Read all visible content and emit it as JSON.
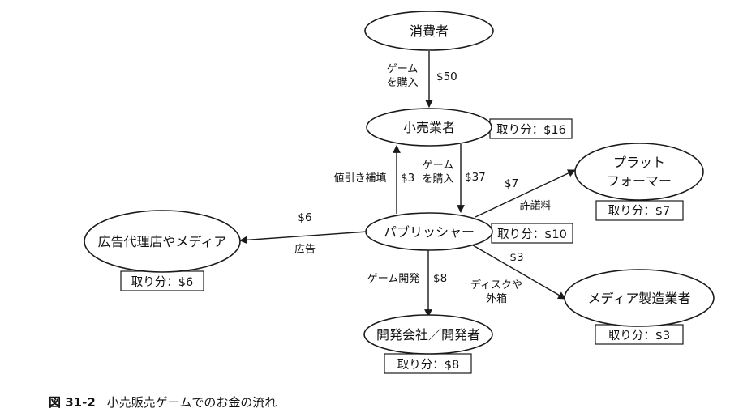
{
  "nodes": {
    "consumer": {
      "label": "消費者"
    },
    "retailer": {
      "label": "小売業者",
      "share": "取り分：$16"
    },
    "platform": {
      "label_line1": "プラット",
      "label_line2": "フォーマー",
      "share": "取り分：$7"
    },
    "publisher": {
      "label": "パブリッシャー",
      "share": "取り分：$10"
    },
    "ad_agency": {
      "label": "広告代理店やメディア",
      "share": "取り分：$6"
    },
    "media_mfr": {
      "label": "メディア製造業者",
      "share": "取り分：$3"
    },
    "developer": {
      "label": "開発会社／開発者",
      "share": "取り分：$8"
    }
  },
  "edges": {
    "consumer_to_retailer": {
      "label_line1": "ゲーム",
      "label_line2": "を購入",
      "amount": "$50"
    },
    "retailer_to_publisher": {
      "label_line1": "ゲーム",
      "label_line2": "を購入",
      "amount": "$37"
    },
    "publisher_to_retailer": {
      "label": "値引き補填",
      "amount": "$3"
    },
    "publisher_to_platform": {
      "label": "許諾料",
      "amount": "$7"
    },
    "publisher_to_ad": {
      "label": "広告",
      "amount": "$6"
    },
    "publisher_to_media": {
      "label_line1": "ディスクや",
      "label_line2": "外箱",
      "amount": "$3"
    },
    "publisher_to_developer": {
      "label": "ゲーム開発",
      "amount": "$8"
    }
  },
  "caption": {
    "figure_number": "図 31-2",
    "text": "小売販売ゲームでのお金の流れ"
  }
}
